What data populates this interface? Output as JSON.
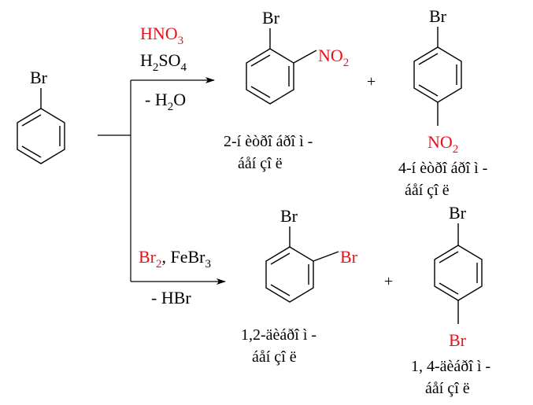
{
  "reactant": {
    "substituent": "Br"
  },
  "nitration": {
    "reagent1": {
      "main": "HNO",
      "sub": "3"
    },
    "reagent2": {
      "h": "H",
      "h_sub": "2",
      "so": "SO",
      "so_sub": "4"
    },
    "byproduct": {
      "pre": "- H",
      "sub": "2",
      "post": "O"
    },
    "product1": {
      "br": "Br",
      "no2": "NO",
      "no2_sub": "2",
      "name_line1": "2-í èòðî áðî ì -",
      "name_line2": "áåí çî ë"
    },
    "plus": "+",
    "product2": {
      "br": "Br",
      "no2": "NO",
      "no2_sub": "2",
      "name_line1": "4-í èòðî áðî ì -",
      "name_line2": "áåí çî ë"
    }
  },
  "bromination": {
    "reagent_br": "Br",
    "reagent_br_sub": "2",
    "reagent_fe": ", FeBr",
    "reagent_fe_sub": "3",
    "byproduct": "- HBr",
    "product1": {
      "br_top": "Br",
      "br_right": "Br",
      "name_line1": "1,2-äèáðî ì -",
      "name_line2": "áåí çî ë"
    },
    "plus": "+",
    "product2": {
      "br_top": "Br",
      "br_bottom": "Br",
      "name_line1": "1, 4-äèáðî ì -",
      "name_line2": "áåí çî ë"
    }
  },
  "colors": {
    "reagent_red": "#e8111b",
    "ink": "#000000"
  },
  "icons": {
    "arrowhead": "arrowhead-icon"
  }
}
